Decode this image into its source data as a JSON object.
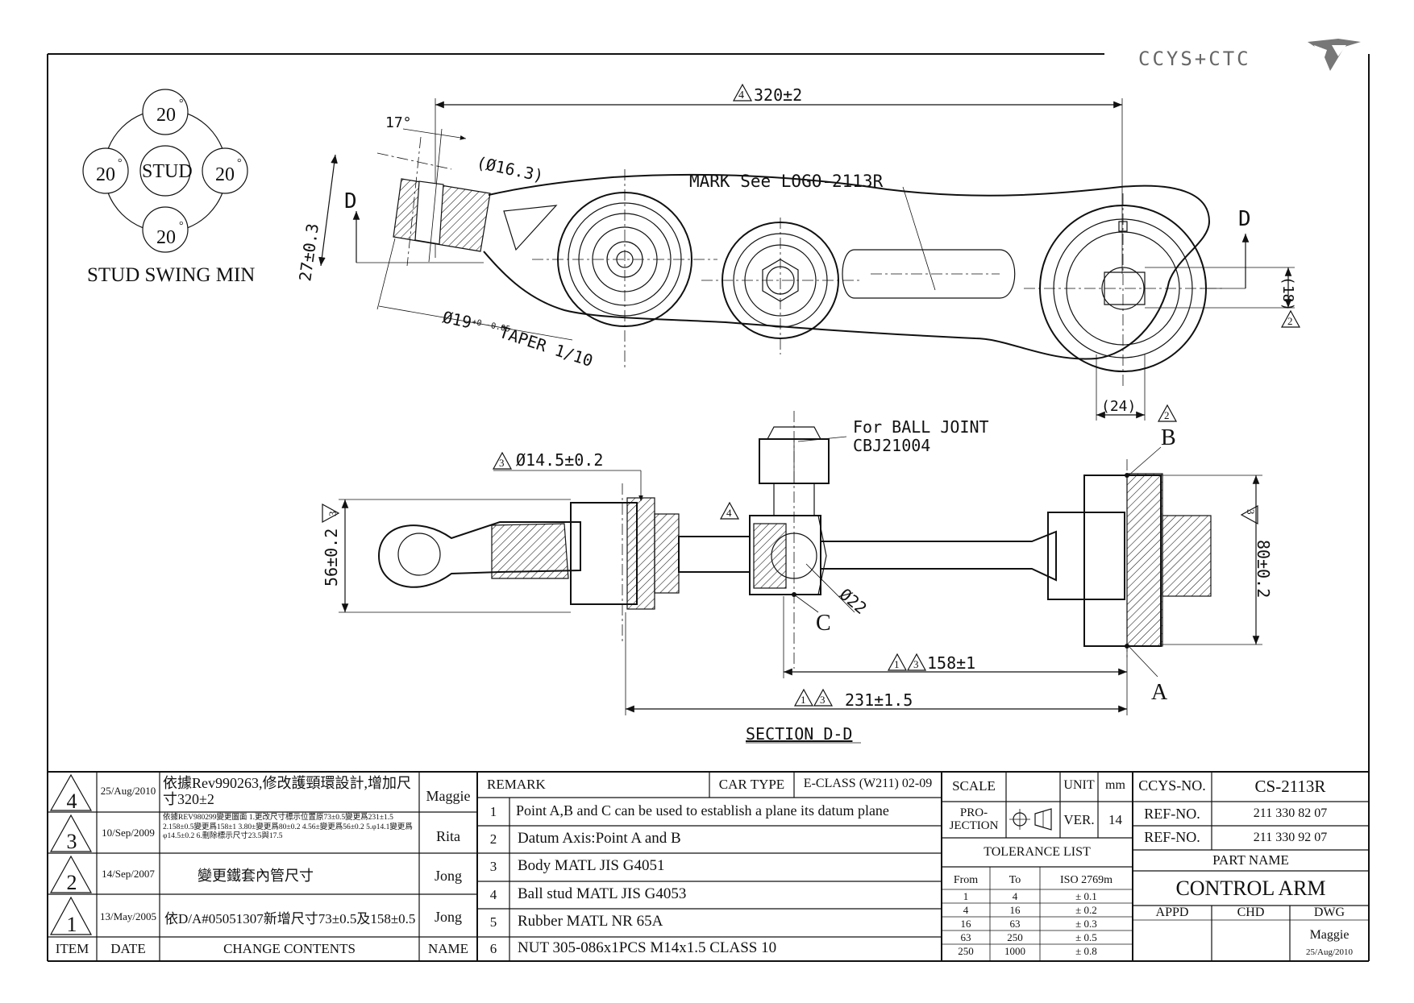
{
  "logo": {
    "text": "CCYS+CTC",
    "mark_icon": "ccys-wing-logo"
  },
  "swing_diagram": {
    "angles": [
      "20",
      "20",
      "20",
      "20"
    ],
    "degree_symbol": "°",
    "center_label": "STUD",
    "caption": "STUD SWING MIN"
  },
  "top_view": {
    "dim_length": "320±2",
    "dim_length_rev": "4",
    "angle": "17°",
    "bore": "(Ø16.3)",
    "mark_note": "MARK See LOGO-2113R",
    "section_left": "D",
    "section_right": "D",
    "dim_height": "27±0.3",
    "taper": "Ø19",
    "taper_tol": "+0 -0.05",
    "taper_text": "TAPER 1/10",
    "dim_18": "(18)",
    "dim_18_rev": "2",
    "dim_24": "(24)",
    "dim_24_rev": "2"
  },
  "section_view": {
    "ball_joint_note_1": "For BALL JOINT",
    "ball_joint_note_2": "CBJ21004",
    "dim_bore": "Ø14.5±0.2",
    "dim_bore_rev": "3",
    "dim_56": "56±0.2",
    "dim_56_rev": "3",
    "dim_80": "80±0.2",
    "dim_80_rev": "3",
    "ball_rev": "4",
    "dim_ball": "Ø22",
    "point_a": "A",
    "point_b": "B",
    "point_c": "C",
    "dim_158": "158±1",
    "dim_158_revs": [
      "1",
      "3"
    ],
    "dim_231": "231±1.5",
    "dim_231_revs": [
      "1",
      "3"
    ],
    "title": "SECTION D-D"
  },
  "revisions": {
    "rows": [
      {
        "item": "4",
        "date": "25/Aug/2010",
        "content": "依據Rev990263,修改護頸環設計,增加尺寸320±2",
        "name": "Maggie"
      },
      {
        "item": "3",
        "date": "10/Sep/2009",
        "content": "依據REV980299變更圖面 1.更改尺寸標示位置原73±0.5變更爲231±1.5 2.158±0.5變更爲158±1 3.80±變更爲80±0.2 4.56±變更爲56±0.2 5.φ14.1變更爲φ14.5±0.2 6.刪除標示尺寸23.5與17.5",
        "name": "Rita"
      },
      {
        "item": "2",
        "date": "14/Sep/2007",
        "content": "變更鐵套內管尺寸",
        "name": "Jong"
      },
      {
        "item": "1",
        "date": "13/May/2005",
        "content": "依D/A#05051307新增尺寸73±0.5及158±0.5",
        "name": "Jong"
      }
    ],
    "headers": {
      "item": "ITEM",
      "date": "DATE",
      "content": "CHANGE CONTENTS",
      "name": "NAME"
    }
  },
  "remarks": {
    "header": "REMARK",
    "car_type_label": "CAR TYPE",
    "car_type_value": "E-CLASS (W211) 02-09",
    "items": [
      {
        "no": "1",
        "text": "Point A,B and C can be used to establish a plane its datum plane"
      },
      {
        "no": "2",
        "text": "Datum Axis:Point A and B"
      },
      {
        "no": "3",
        "text": "Body MATL JIS G4051"
      },
      {
        "no": "4",
        "text": "Ball stud MATL JIS G4053"
      },
      {
        "no": "5",
        "text": "Rubber MATL NR 65A"
      },
      {
        "no": "6",
        "text": "NUT 305-086x1PCS M14x1.5 CLASS 10"
      }
    ]
  },
  "title_block": {
    "scale_label": "SCALE",
    "scale_value": "",
    "unit_label": "UNIT",
    "unit_value": "mm",
    "projection_label": "PRO-JECTION",
    "ver_label": "VER.",
    "ver_value": "14",
    "tolerance_title": "TOLERANCE LIST",
    "tolerance_headers": [
      "From",
      "To",
      "ISO 2769m"
    ],
    "tolerance_rows": [
      [
        "1",
        "4",
        "± 0.1"
      ],
      [
        "4",
        "16",
        "± 0.2"
      ],
      [
        "16",
        "63",
        "± 0.3"
      ],
      [
        "63",
        "250",
        "± 0.5"
      ],
      [
        "250",
        "1000",
        "± 0.8"
      ]
    ],
    "ccys_no_label": "CCYS-NO.",
    "ccys_no_value": "CS-2113R",
    "ref_no_label_1": "REF-NO.",
    "ref_no_value_1": "211 330 82 07",
    "ref_no_label_2": "REF-NO.",
    "ref_no_value_2": "211 330 92 07",
    "part_name_label": "PART NAME",
    "part_name_value": "CONTROL ARM",
    "appd_label": "APPD",
    "chd_label": "CHD",
    "dwg_label": "DWG",
    "dwg_name": "Maggie",
    "dwg_date": "25/Aug/2010"
  }
}
